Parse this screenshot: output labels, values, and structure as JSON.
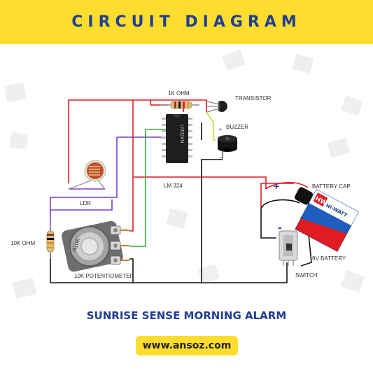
{
  "header": {
    "title": "CIRCUIT DIAGRAM"
  },
  "labels": {
    "resistor_1k": "1K OHM",
    "transistor": "TRANSISTOR",
    "buzzer": "BUZZER",
    "ic": "LM 324",
    "ic_marking": "LM324N",
    "ldr": "LDR",
    "resistor_10k": "10K OHM",
    "pot_marking": "A10K",
    "potentiometer": "10K POTENTIOMETER",
    "battery_cap": "BATTERY CAP",
    "battery": "9V BATTERY",
    "battery_brand": "HW",
    "battery_brand_sub": "HI-WATT",
    "switch": "SWITCH",
    "plus": "+",
    "minus": "-"
  },
  "footer": {
    "subtitle": "SUNRISE SENSE MORNING ALARM",
    "url": "www.ansoz.com"
  },
  "colors": {
    "banner": "#fedd2f",
    "title": "#1f3f95",
    "wire_red": "#e11b22",
    "wire_black": "#111111",
    "wire_purple": "#7a3fc8",
    "wire_green": "#35b035",
    "wire_yellow_green": "#c7d93a"
  }
}
